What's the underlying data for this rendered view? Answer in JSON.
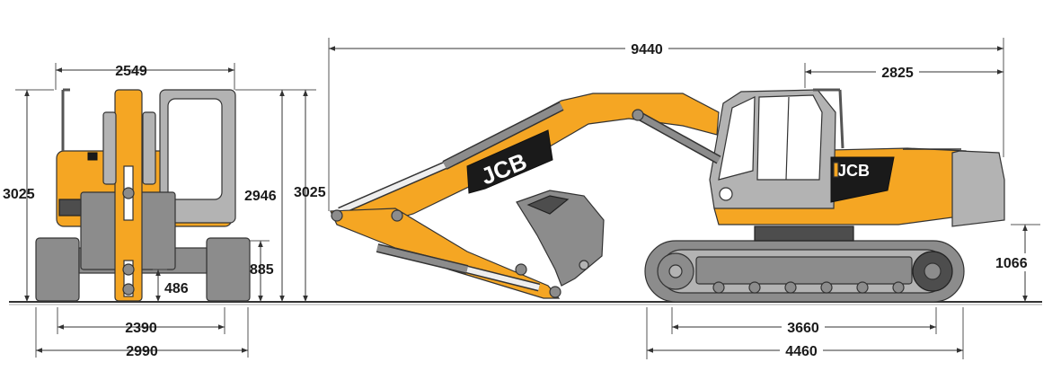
{
  "brand": {
    "logo_text": "JCB",
    "colors": {
      "body": "#f5a623",
      "track": "#8c8c8c",
      "counterweight": "#b3b3b3",
      "dark": "#4d4d4d",
      "logo_bg": "#1a1a1a"
    }
  },
  "front_view": {
    "width_overall": "2549",
    "height_cab": "3025",
    "height_machine": "2946",
    "height_right": "3025",
    "height_counterweight_clearance": "885",
    "ground_clearance": "486",
    "track_gauge": "2390",
    "track_width_overall": "2990"
  },
  "side_view": {
    "length_overall": "9440",
    "tail_swing": "2825",
    "track_height": "1066",
    "tumbler_distance": "3660",
    "track_length": "4460"
  }
}
